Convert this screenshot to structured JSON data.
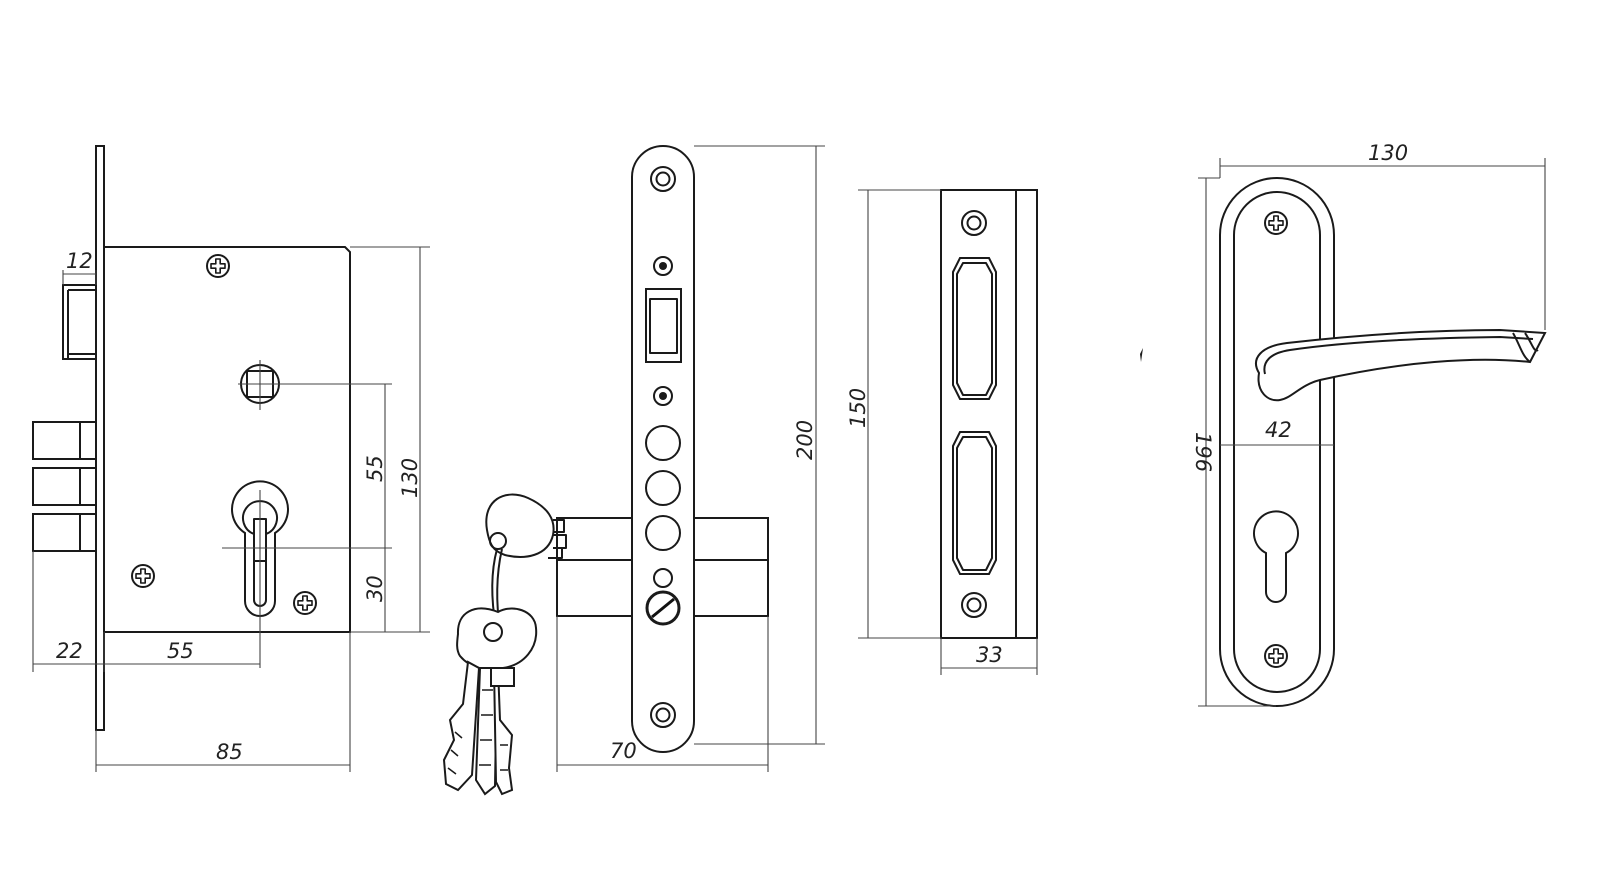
{
  "dimensions": {
    "lock_body": {
      "latch_width": "12",
      "spindle_to_cylinder": "55",
      "body_height": "130",
      "cylinder_to_bottom": "30",
      "bolt_projection": "22",
      "backset": "55",
      "body_depth": "85"
    },
    "faceplate": {
      "height": "200",
      "cylinder_length": "70"
    },
    "strike_plate": {
      "height": "150",
      "width": "33"
    },
    "handle": {
      "width": "130",
      "height": "196",
      "plate_width": "42"
    }
  }
}
